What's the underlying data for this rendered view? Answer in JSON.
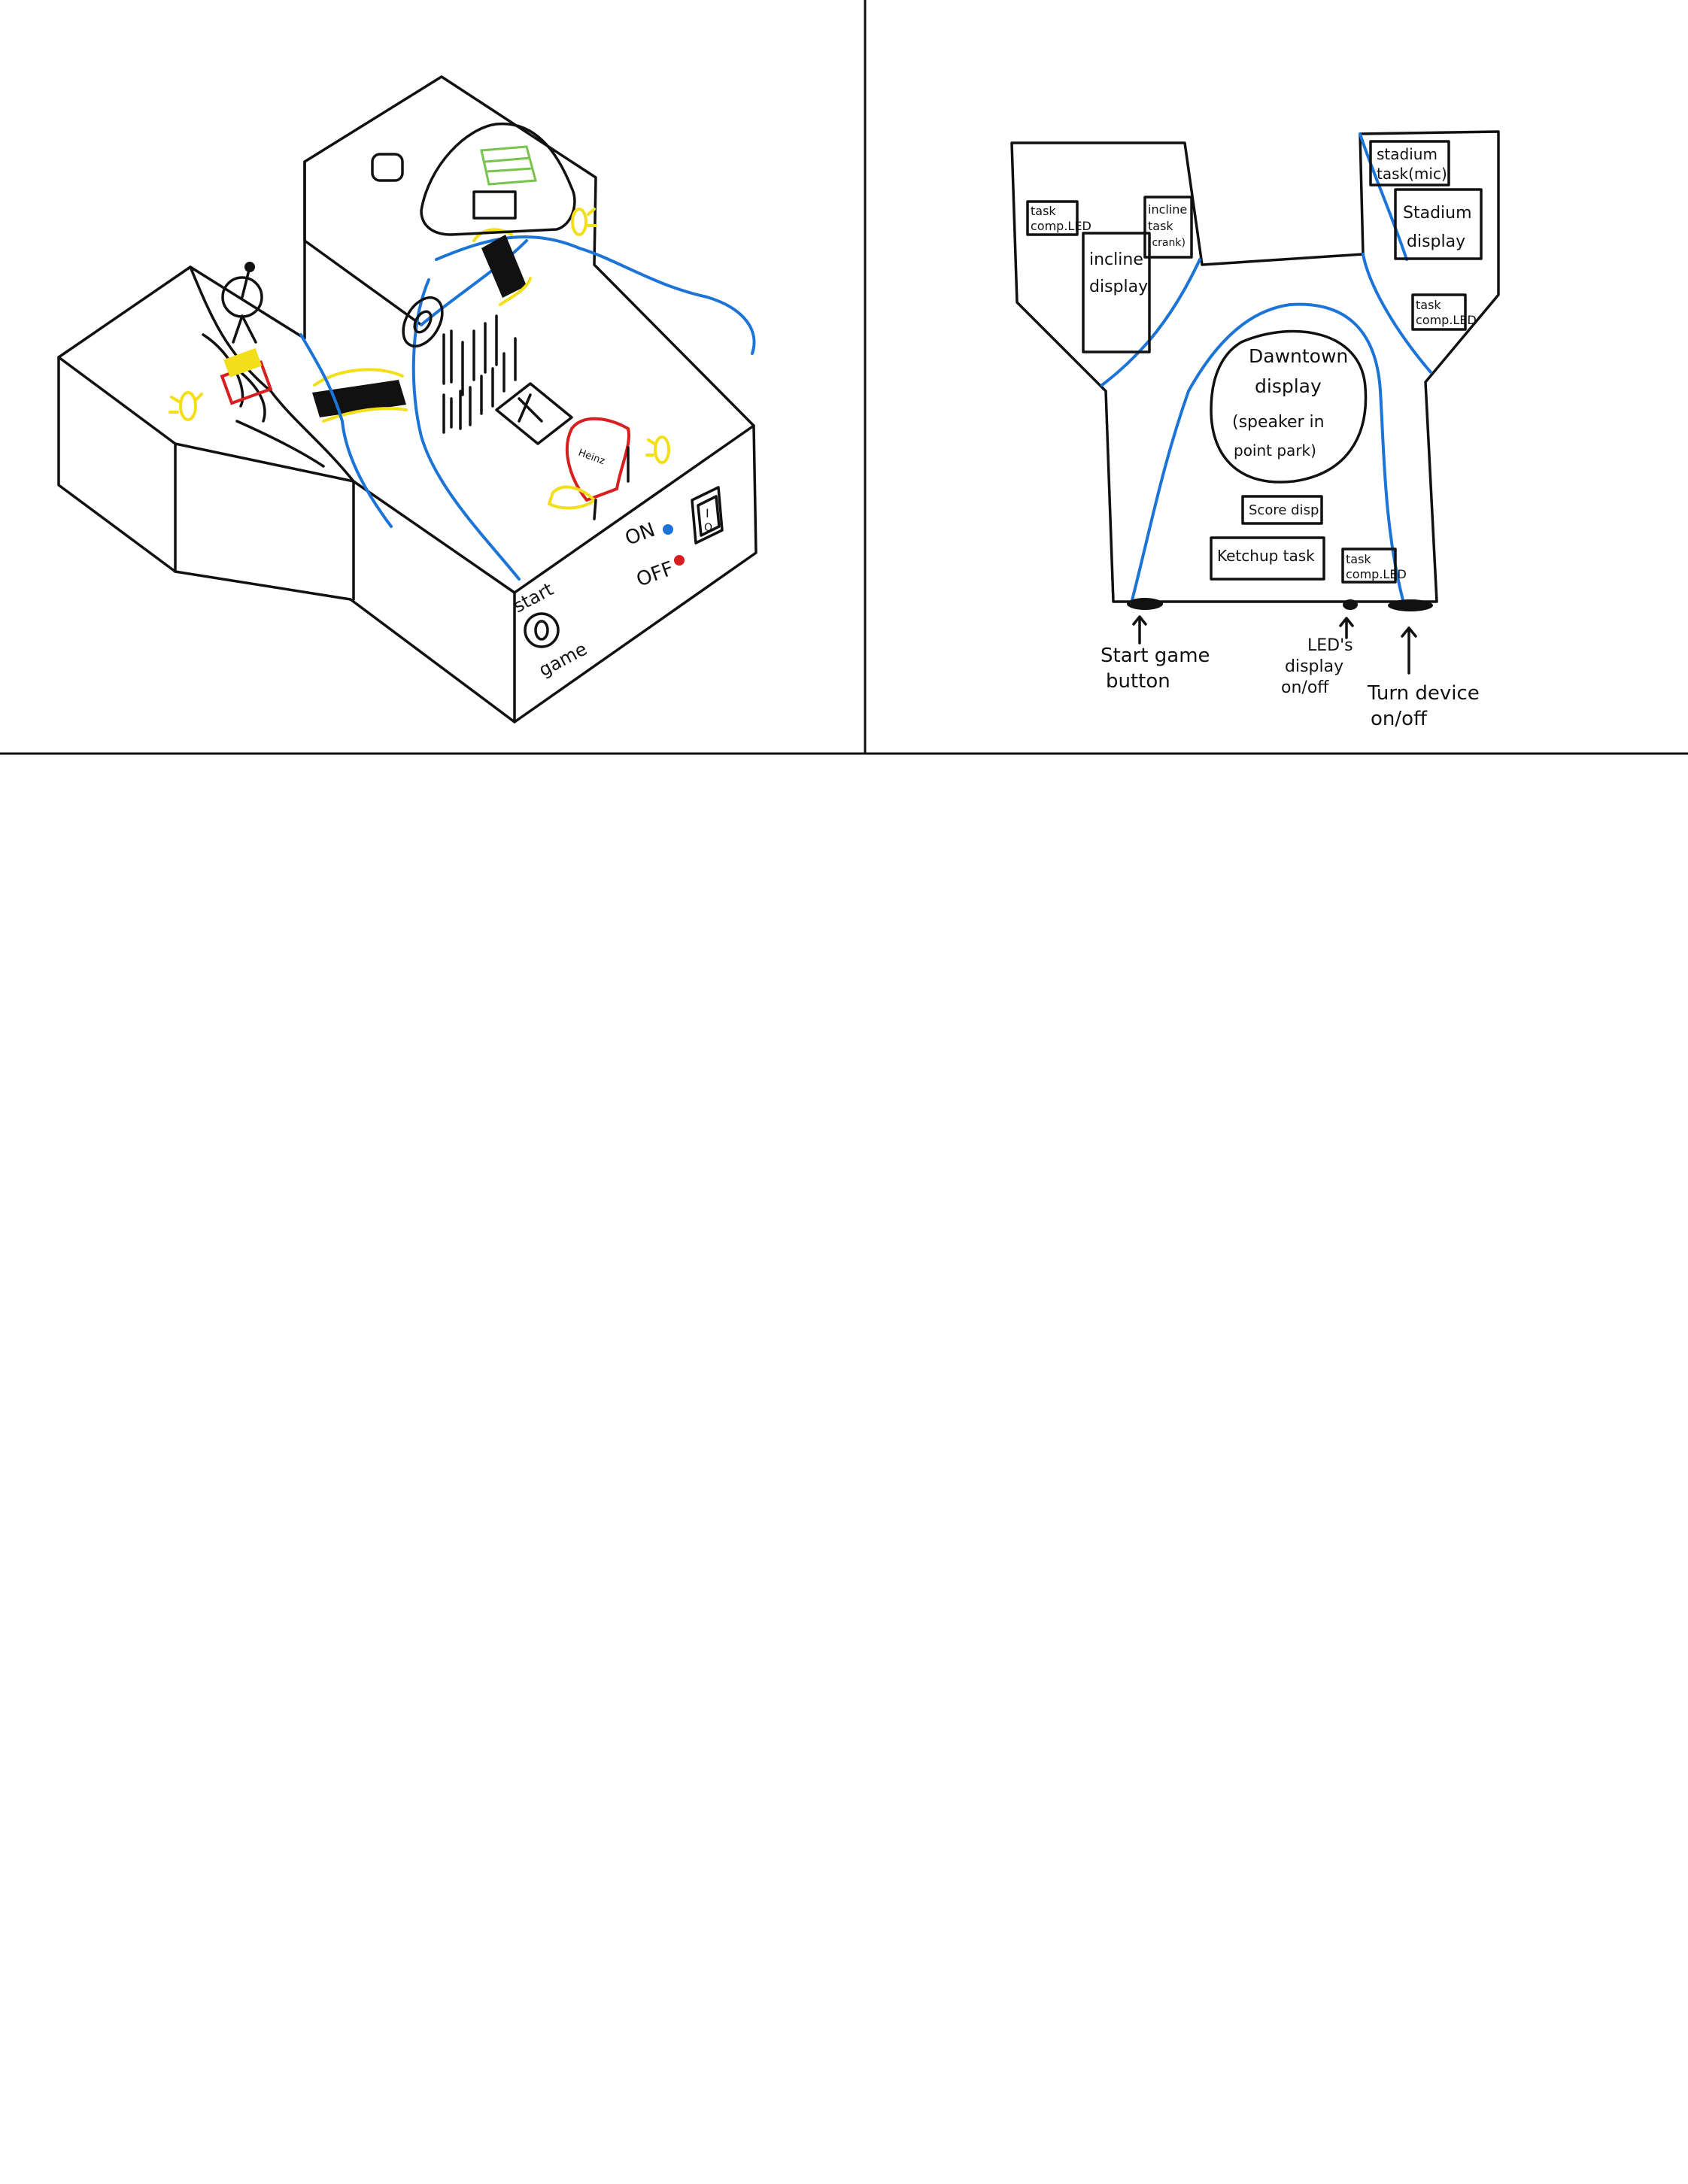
{
  "colors": {
    "ink": "#111111",
    "river": "#1b74d6",
    "led": "#f2df1a",
    "ketchup": "#d81e1e",
    "field": "#77c44a",
    "on_indicator": "#1b74d6",
    "off_indicator": "#d81e1e"
  },
  "isometric_model": {
    "ketchup_label": "Heinz",
    "on_label": "ON",
    "off_label": "OFF",
    "switch_on_glyph": "I",
    "switch_off_glyph": "O",
    "start_label": "start",
    "game_label": "game"
  },
  "top_view": {
    "incline_led_label": [
      "task",
      "comp.LED"
    ],
    "incline_display_label": [
      "incline",
      "display"
    ],
    "incline_task_label": [
      "incline",
      "task",
      "(crank)"
    ],
    "stadium_task_label": [
      "stadium",
      "task(mic)"
    ],
    "stadium_display_label": [
      "Stadium",
      "display"
    ],
    "stadium_led_label": [
      "task",
      "comp.LED"
    ],
    "downtown_display_label": [
      "Dawntown",
      "display",
      "(speaker in",
      "point park)"
    ],
    "score_label": "Score disp",
    "ketchup_task_label": "Ketchup task",
    "ketchup_led_label": [
      "task",
      "comp.LED"
    ],
    "start_button_callout": [
      "Start game",
      "button"
    ],
    "led_callout": [
      "LED's",
      "display",
      "on/off"
    ],
    "power_callout": [
      "Turn device",
      "on/off"
    ]
  }
}
